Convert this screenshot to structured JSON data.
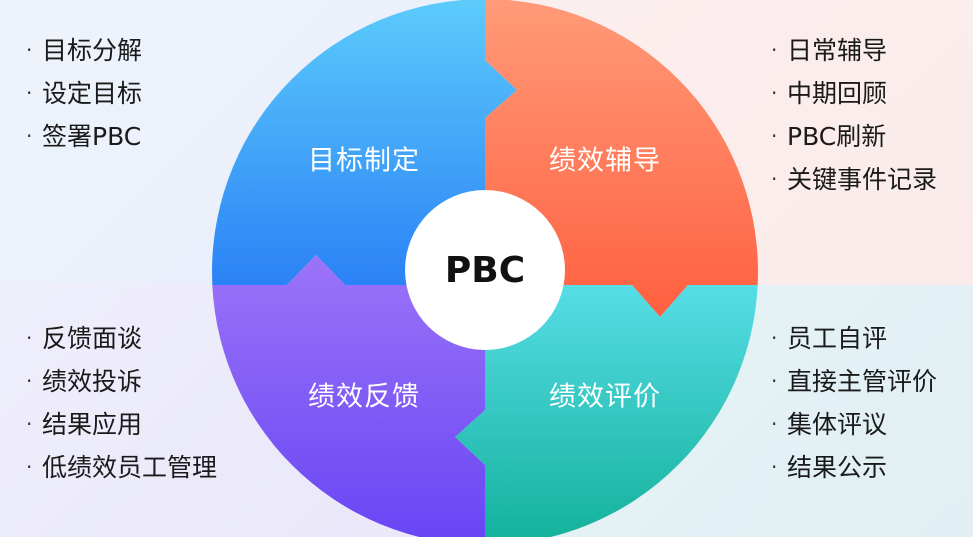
{
  "center": {
    "label": "PBC"
  },
  "segments": [
    {
      "id": "goal-setting",
      "label": "目标制定",
      "color_from": "#5ccbfb",
      "color_to": "#2b82f6"
    },
    {
      "id": "coaching",
      "label": "绩效辅导",
      "color_from": "#ff9a78",
      "color_to": "#ff6040"
    },
    {
      "id": "evaluation",
      "label": "绩效评价",
      "color_from": "#56dde6",
      "color_to": "#0fae96"
    },
    {
      "id": "feedback",
      "label": "绩效反馈",
      "color_from": "#9c74f8",
      "color_to": "#6442f4"
    }
  ],
  "lists": {
    "top_left": [
      "目标分解",
      "设定目标",
      "签署PBC"
    ],
    "top_right": [
      "日常辅导",
      "中期回顾",
      "PBC刷新",
      "关键事件记录"
    ],
    "bottom_left": [
      "反馈面谈",
      "绩效投诉",
      "结果应用",
      "低绩效员工管理"
    ],
    "bottom_right": [
      "员工自评",
      "直接主管评价",
      "集体评议",
      "结果公示"
    ]
  },
  "bullet": "·"
}
